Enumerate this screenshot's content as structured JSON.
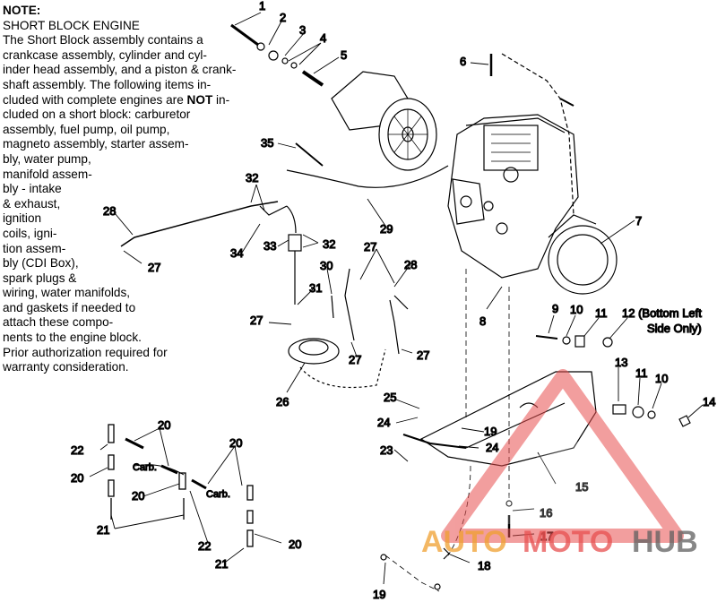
{
  "note": {
    "title": "NOTE:",
    "lines": [
      "SHORT BLOCK ENGINE",
      "The Short Block assembly contains a",
      "crankcase assembly, cylinder and cyl-",
      "inder head assembly, and a piston & crank-",
      "shaft assembly.  The following items in-",
      "cluded with complete engines are NOT in-",
      "cluded on a short block:  carburetor",
      "assembly, fuel pump, oil pump,",
      "magneto assembly, starter assem-",
      "bly, water pump,",
      "manifold assem-",
      "bly - intake",
      "& exhaust,",
      "ignition",
      "coils, igni-",
      "tion assem-",
      "bly (CDI Box),",
      "spark plugs &",
      "wiring, water manifolds,",
      "and gaskets if needed to",
      "attach these compo-",
      "nents to the engine block.",
      "Prior authorization required for",
      "warranty consideration."
    ]
  },
  "callouts": {
    "n1": "1",
    "n2": "2",
    "n3": "3",
    "n4": "4",
    "n5": "5",
    "n6": "6",
    "n7": "7",
    "n8": "8",
    "n9": "9",
    "n10a": "10",
    "n10b": "10",
    "n11a": "11",
    "n11b": "11",
    "n12": "12 (Bottom Left",
    "n12b": "Side Only)",
    "n13": "13",
    "n14": "14",
    "n15": "15",
    "n16": "16",
    "n17": "17",
    "n18": "18",
    "n19a": "19",
    "n19b": "19",
    "n20a": "20",
    "n20b": "20",
    "n20c": "20",
    "n20d": "20",
    "n20e": "20",
    "n21a": "21",
    "n21b": "21",
    "n22a": "22",
    "n22b": "22",
    "n23": "23",
    "n24a": "24",
    "n24b": "24",
    "n25": "25",
    "n26": "26",
    "n27a": "27",
    "n27b": "27",
    "n27c": "27",
    "n27d": "27",
    "n27e": "27",
    "n28a": "28",
    "n28b": "28",
    "n29": "29",
    "n30": "30",
    "n31": "31",
    "n32a": "32",
    "n32b": "32",
    "n33": "33",
    "n34": "34",
    "n35": "35",
    "carb1": "Carb.",
    "carb2": "Carb."
  },
  "watermark": {
    "brand_a": "AUTO",
    "brand_b": "MOTO",
    "brand_c": "HUB"
  },
  "colors": {
    "ink": "#000000",
    "watermark_red": "#e85050",
    "watermark_orange": "#f0a030",
    "watermark_grey": "#606060"
  }
}
